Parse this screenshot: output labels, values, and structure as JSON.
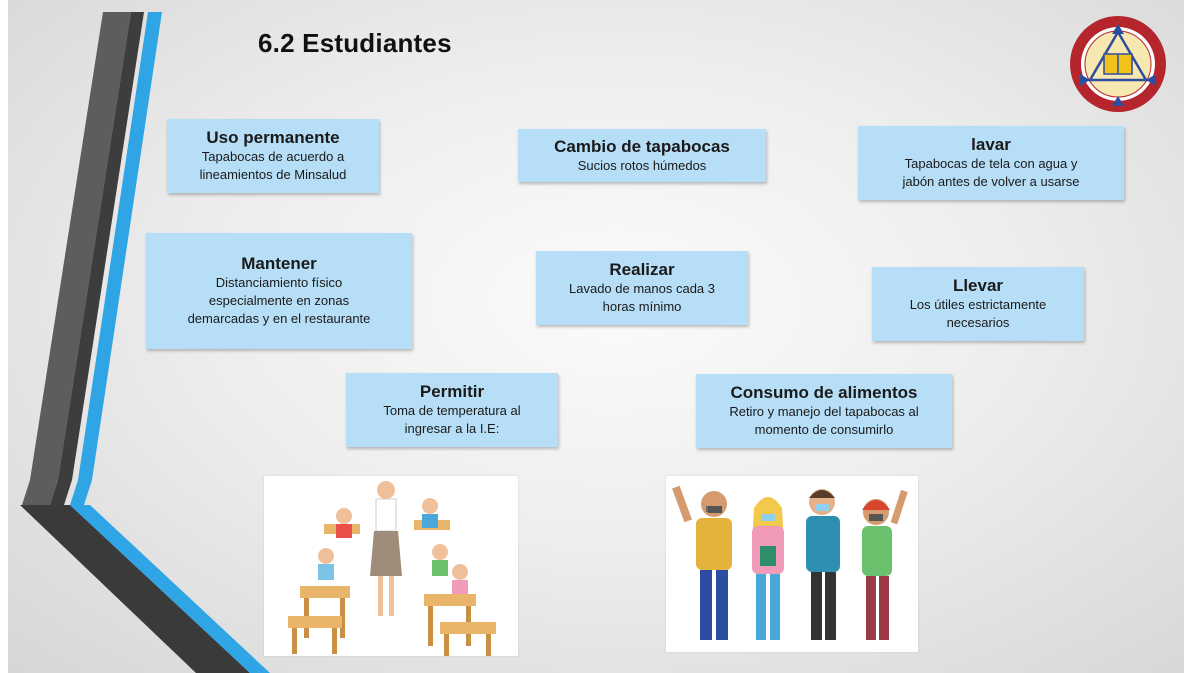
{
  "slide": {
    "title": "6.2  Estudiantes",
    "accent_colors": {
      "box_fill": "#b7def7",
      "stripe_blue": "#2fa5e6",
      "stripe_dark": "#3a3a3a",
      "logo_red": "#b5262c",
      "logo_yellow": "#f2c21a"
    },
    "boxes": [
      {
        "heading": "Uso permanente",
        "text": "Tapabocas de acuerdo a\nlineamientos  de Minsalud"
      },
      {
        "heading": "Cambio de tapabocas",
        "text": "Sucios rotos húmedos"
      },
      {
        "heading": "lavar",
        "text": "Tapabocas de tela con agua y\njabón antes de volver a usarse"
      },
      {
        "heading": "Mantener",
        "text": "Distanciamiento físico\nespecialmente  en zonas\ndemarcadas y en el restaurante"
      },
      {
        "heading": "Realizar",
        "text": "Lavado de manos cada 3\nhoras mínimo"
      },
      {
        "heading": "Llevar",
        "text": "Los útiles estrictamente\nnecesarios"
      },
      {
        "heading": "Permitir",
        "text": "Toma de temperatura al\ningresar a la I.E:"
      },
      {
        "heading": "Consumo de alimentos",
        "text": "Retiro y manejo del tapabocas al\nmomento de consumirlo"
      }
    ],
    "logo": {
      "icon": "school-seal-icon"
    },
    "images": [
      {
        "icon": "classroom-illustration-icon"
      },
      {
        "icon": "students-with-masks-illustration-icon"
      }
    ]
  }
}
